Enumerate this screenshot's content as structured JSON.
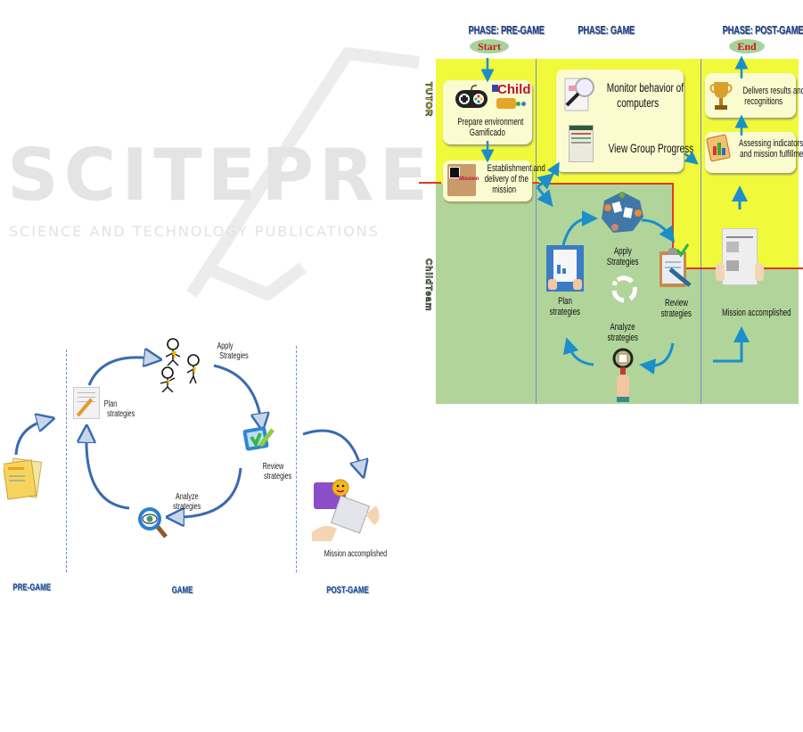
{
  "watermark": {
    "title": "SCITEPRESS",
    "subtitle": "SCIENCE AND TECHNOLOGY PUBLICATIONS"
  },
  "colors": {
    "tutor_lane": "#f1f93b",
    "team_lane": "#b1d49a",
    "box_fill": "#fbfbd0",
    "arrow": "#1a8fc9",
    "phase_title": "#1f3c8a",
    "divider": "#6a8fcf",
    "red_line": "#e03a1a",
    "pill": "#a6d39a",
    "pill_text": "#d01818"
  },
  "right_diagram": {
    "phases": [
      {
        "title": "PHASE: PRE-GAME",
        "marker": "Start"
      },
      {
        "title": "PHASE: GAME",
        "marker": ""
      },
      {
        "title": "PHASE: POST-GAME",
        "marker": "End"
      }
    ],
    "lanes": {
      "tutor": "TUTOR",
      "team": "ChildTeam"
    },
    "pre_game": {
      "prepare": "Prepare environment Gamificado",
      "prepare_line1": "Prepare environment",
      "prepare_line2": "Gamificado",
      "logo_text": "Child",
      "mission_line1": "Establishment and",
      "mission_line2": "delivery of the",
      "mission_line3": "mission",
      "mission_badge": "Mission"
    },
    "game": {
      "monitor_line1": "Monitor behavior of",
      "monitor_line2": "computers",
      "progress": "View Group Progress",
      "apply_line1": "Apply",
      "apply_line2": "Strategies",
      "plan_line1": "Plan",
      "plan_line2": "strategies",
      "review_line1": "Review",
      "review_line2": "strategies",
      "analyze_line1": "Analyze",
      "analyze_line2": "strategies"
    },
    "post_game": {
      "delivers_line1": "Delivers results and",
      "delivers_line2": "recognitions",
      "assess_line1": "Assessing indicators",
      "assess_line2": "and mission fulfillment",
      "accomplished": "Mission accomplished"
    }
  },
  "left_diagram": {
    "phases": [
      "PRE-GAME",
      "GAME",
      "POST-GAME"
    ],
    "apply_line1": "Apply",
    "apply_line2": "Strategies",
    "plan_line1": "Plan",
    "plan_line2": "strategies",
    "review_line1": "Review",
    "review_line2": "strategies",
    "analyze_line1": "Analyze",
    "analyze_line2": "strategies",
    "accomplished": "Mission accomplished"
  }
}
